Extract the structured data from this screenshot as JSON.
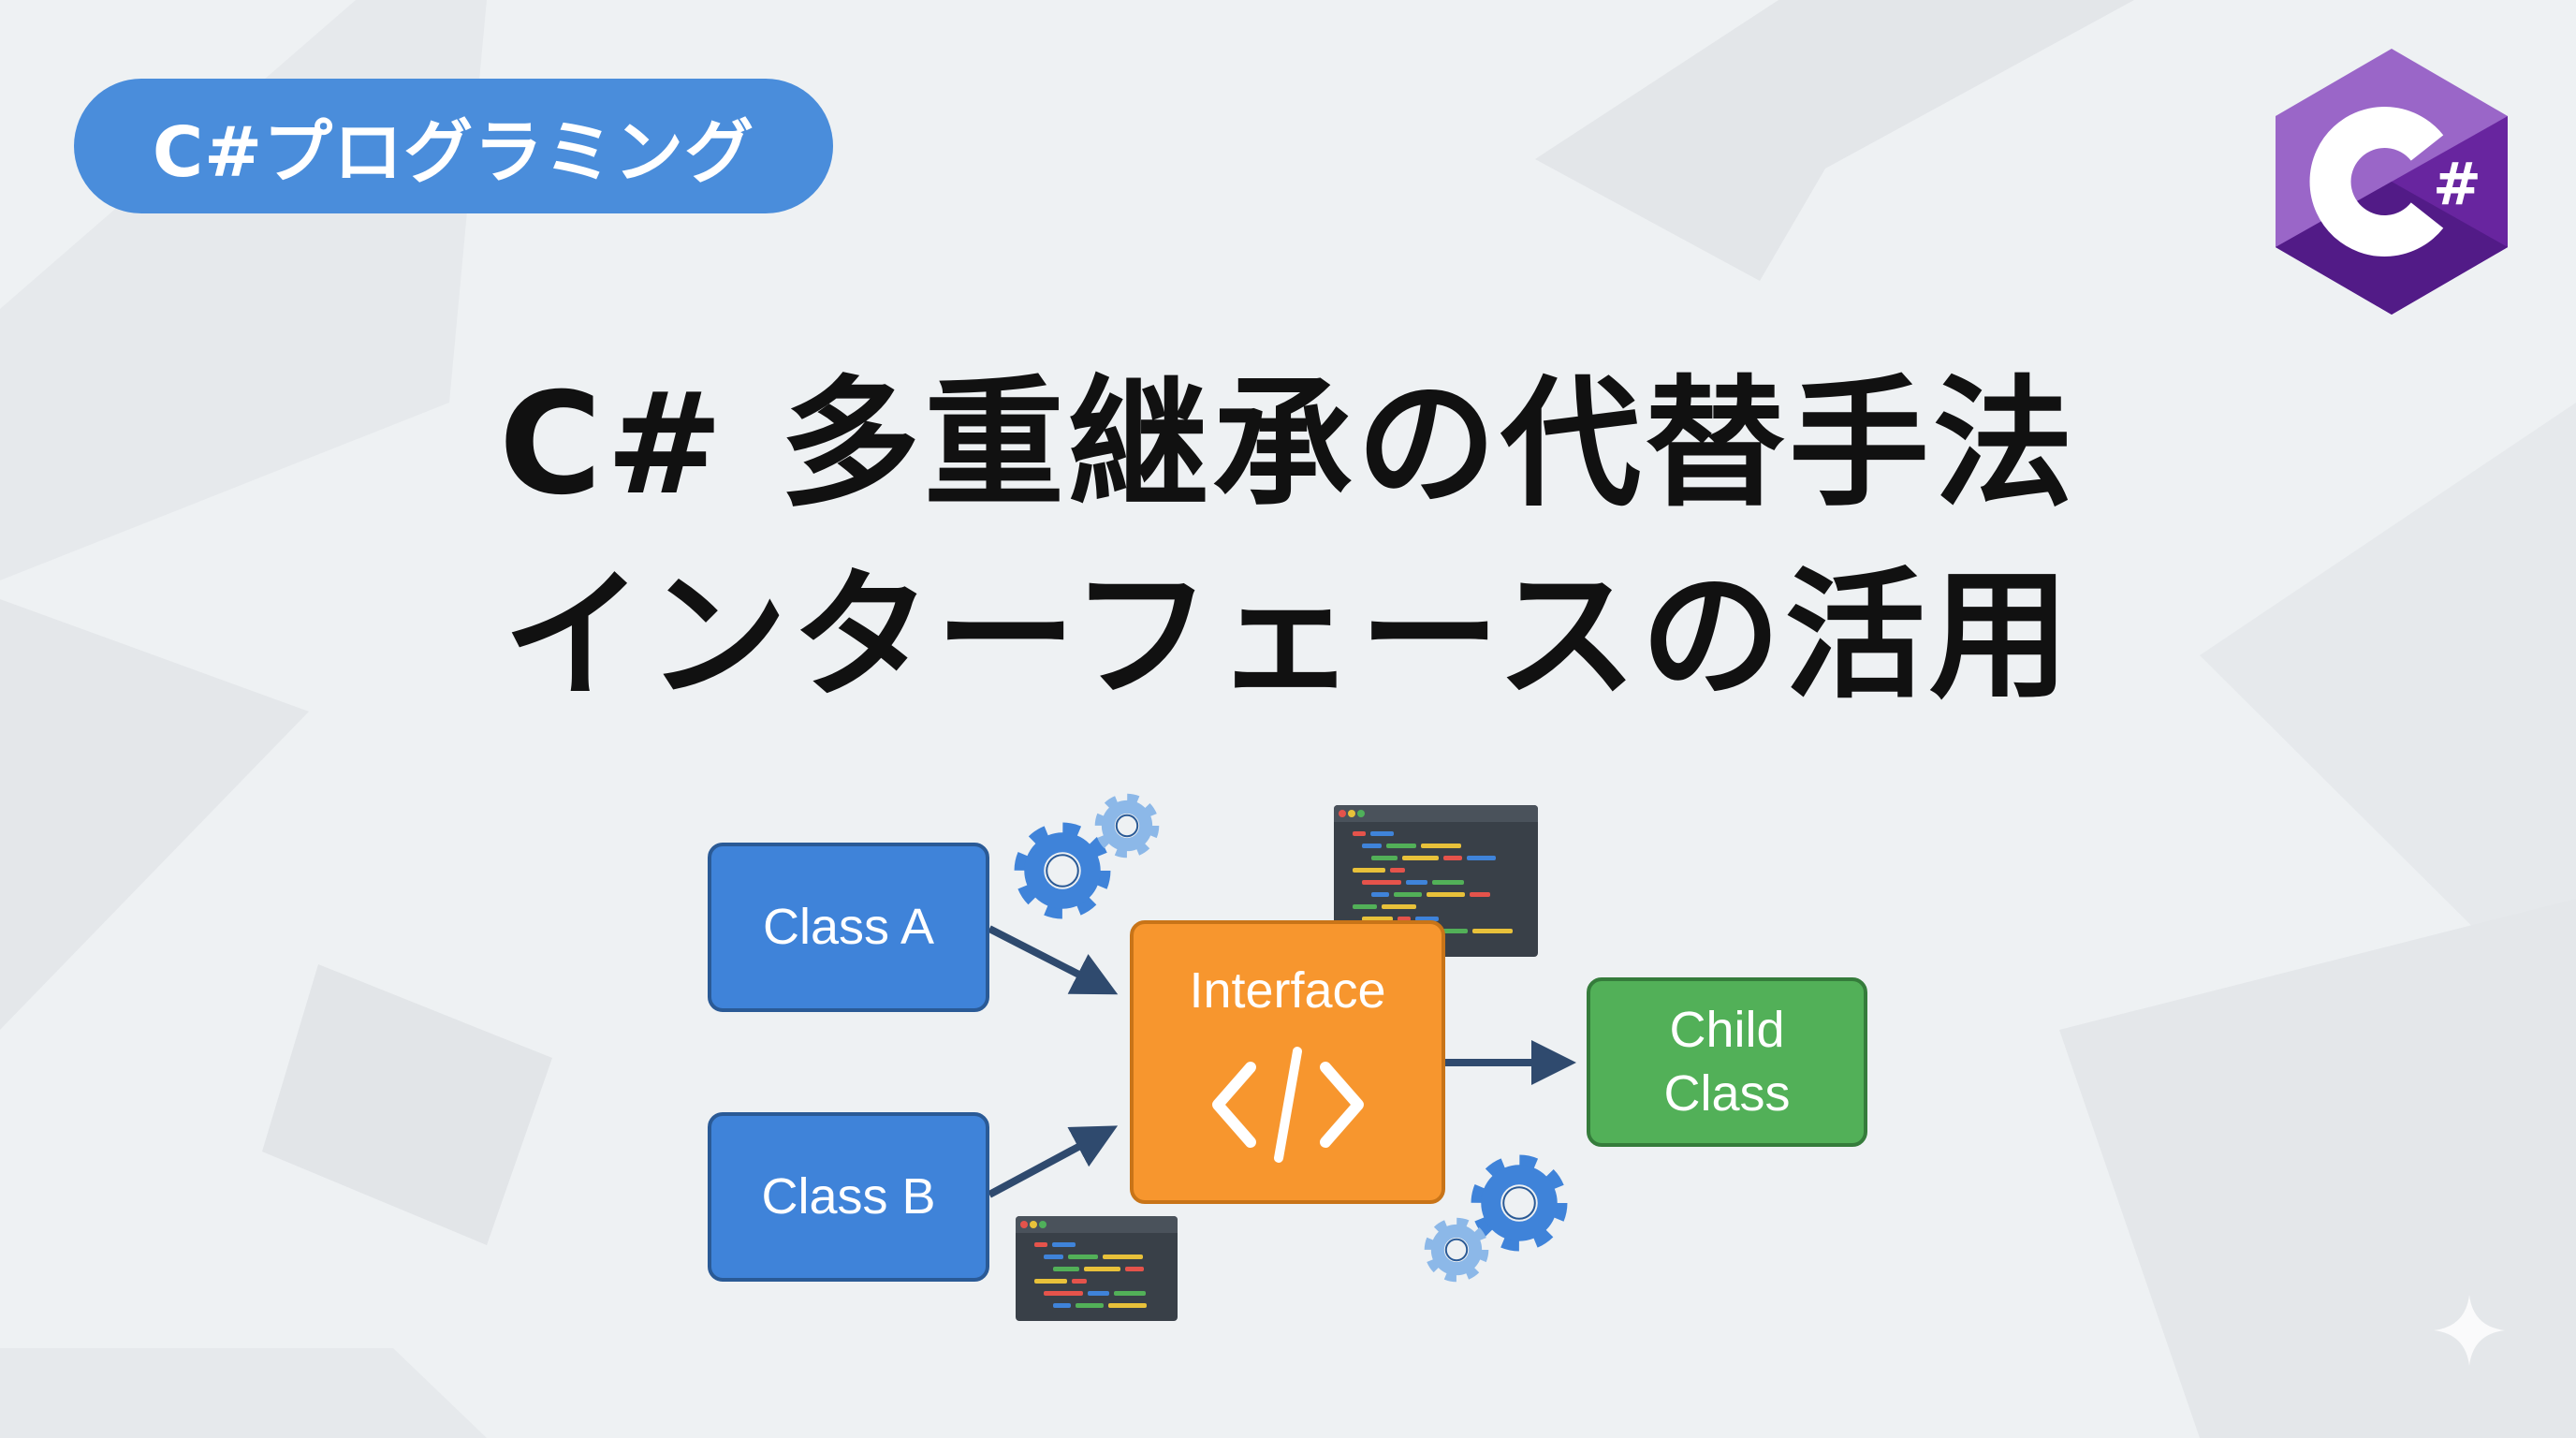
{
  "badge": {
    "label": "C#プログラミング",
    "color": "#4a8ddb"
  },
  "logo": {
    "text": "C#",
    "colors": [
      "#9a66c8",
      "#68259f"
    ]
  },
  "title": {
    "line1": "C# 多重継承の代替手法",
    "line2": "インターフェースの活用"
  },
  "diagram": {
    "class_a": "Class A",
    "class_b": "Class B",
    "interface": "Interface",
    "interface_icon": "code-brackets-icon",
    "child": "Child Class",
    "colors": {
      "class": "#3f83d9",
      "interface": "#f7962e",
      "child": "#52b058",
      "arrow": "#2f4a6e"
    }
  }
}
